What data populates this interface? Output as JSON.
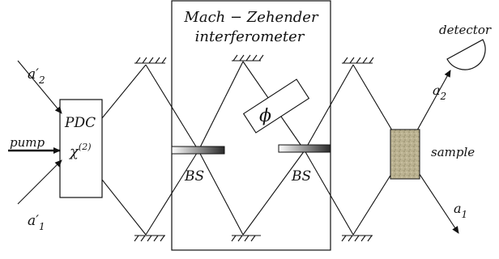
{
  "labels": {
    "mzi_line1": "Mach − Zehender",
    "mzi_line2": "interferometer",
    "detector": "detector",
    "pump": "pump",
    "pdc": "PDC",
    "chi_base": "χ",
    "chi_sup": "(2)",
    "phi": "ϕ",
    "bs_left": "BS",
    "bs_right": "BS",
    "sample": "sample",
    "a2_in_base": "a′",
    "a2_in_sub": "2",
    "a1_in_base": "a′",
    "a1_in_sub": "1",
    "a2_out_base": "a",
    "a2_out_sub": "2",
    "a1_out_base": "a",
    "a1_out_sub": "1"
  },
  "colors": {
    "line": "#111111",
    "sample_fill": "#b9b08f",
    "beam_splitter_dark": "#333333",
    "beam_splitter_light": "#ffffff"
  }
}
